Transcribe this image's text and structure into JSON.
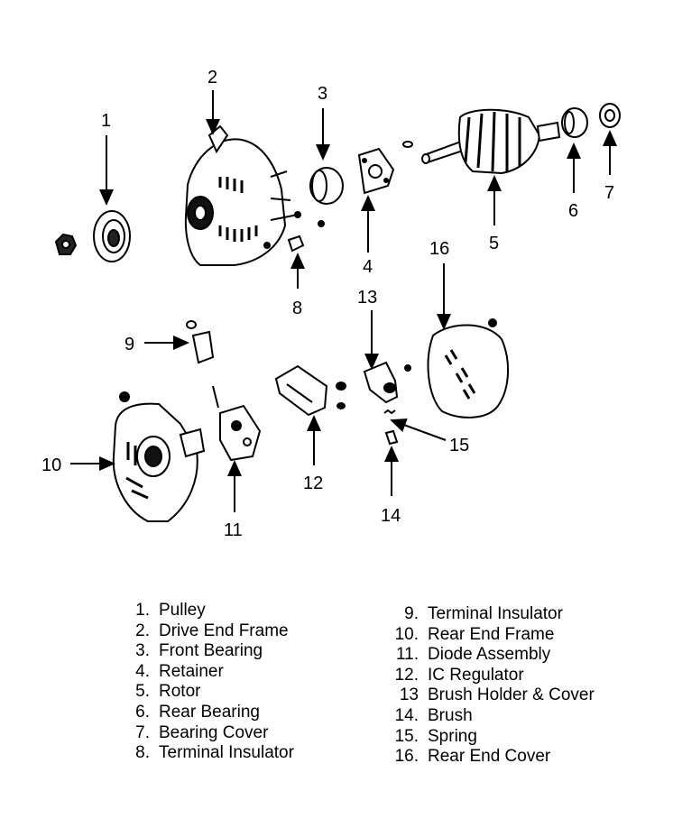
{
  "callouts": [
    "1",
    "2",
    "3",
    "4",
    "5",
    "6",
    "7",
    "8",
    "9",
    "10",
    "11",
    "12",
    "13",
    "14",
    "15",
    "16"
  ],
  "legend_left": [
    {
      "num": "1.",
      "label": "Pulley"
    },
    {
      "num": "2.",
      "label": "Drive End Frame"
    },
    {
      "num": "3.",
      "label": "Front Bearing"
    },
    {
      "num": "4.",
      "label": "Retainer"
    },
    {
      "num": "5.",
      "label": "Rotor"
    },
    {
      "num": "6.",
      "label": "Rear Bearing"
    },
    {
      "num": "7.",
      "label": "Bearing Cover"
    },
    {
      "num": "8.",
      "label": "Terminal Insulator"
    }
  ],
  "legend_right": [
    {
      "num": "9.",
      "label": "Terminal Insulator"
    },
    {
      "num": "10.",
      "label": "Rear End Frame"
    },
    {
      "num": "11.",
      "label": "Diode Assembly"
    },
    {
      "num": "12.",
      "label": "IC Regulator"
    },
    {
      "num": "13",
      "label": "Brush Holder & Cover"
    },
    {
      "num": "14.",
      "label": "Brush"
    },
    {
      "num": "15.",
      "label": "Spring"
    },
    {
      "num": "16.",
      "label": "Rear End Cover"
    }
  ]
}
